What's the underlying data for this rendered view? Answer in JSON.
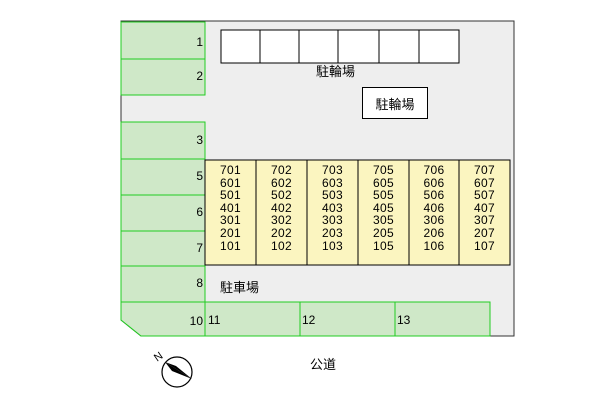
{
  "parking_label": "駐車場",
  "bicycle_label": "駐輪場",
  "bicycle_sign": "駐輪場",
  "road_label": "公道",
  "compass": "N",
  "spaces_left": [
    "1",
    "2",
    "3",
    "5",
    "6",
    "7",
    "8",
    "10"
  ],
  "spaces_bottom": [
    "11",
    "12",
    "13"
  ],
  "units": [
    [
      "701",
      "601",
      "501",
      "401",
      "301",
      "201",
      "101"
    ],
    [
      "702",
      "602",
      "502",
      "402",
      "302",
      "202",
      "102"
    ],
    [
      "703",
      "603",
      "503",
      "403",
      "303",
      "203",
      "103"
    ],
    [
      "705",
      "605",
      "505",
      "405",
      "305",
      "205",
      "105"
    ],
    [
      "706",
      "606",
      "506",
      "406",
      "306",
      "206",
      "106"
    ],
    [
      "707",
      "607",
      "507",
      "407",
      "307",
      "207",
      "107"
    ]
  ],
  "colors": {
    "lot_fill": "#eeeeee",
    "space_fill": "#cfe8c8",
    "space_line": "#22cc22",
    "building_fill": "#fbf5c0"
  }
}
